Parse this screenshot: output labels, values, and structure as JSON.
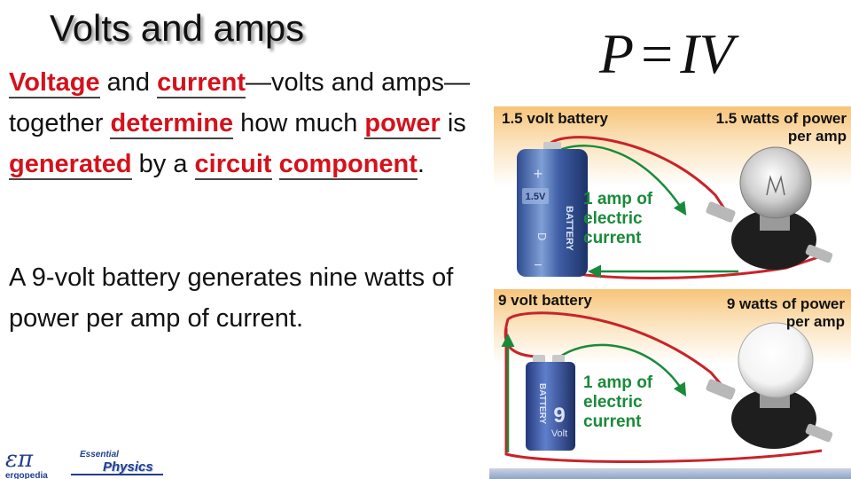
{
  "slide": {
    "title": "Volts and amps",
    "formula": {
      "left": "P",
      "equals": "=",
      "right": "IV"
    },
    "paragraph1": {
      "w1": "Voltage",
      "t1": " and ",
      "w2": "current",
      "t2": "—volts and amps—together ",
      "w3": "determine",
      "t3": " how much ",
      "w4": "power",
      "t4": " is ",
      "w5": "generated",
      "t5": " by a ",
      "w6": "circuit",
      "t6": " ",
      "w7": "component",
      "t7": "."
    },
    "paragraph2": "A 9-volt battery generates nine watts of power per amp of current."
  },
  "diagram_top": {
    "battery_label": "1.5 volt battery",
    "power_label_line1": "1.5 watts of power",
    "power_label_line2": "per amp",
    "current_line1": "1 amp of",
    "current_line2": "electric",
    "current_line3": "current",
    "battery_voltage_mark": "1.5V",
    "battery_side_text": "BATTERY",
    "battery_size": "D"
  },
  "diagram_bottom": {
    "battery_label": "9 volt battery",
    "power_label_line1": "9 watts of power",
    "power_label_line2": "per amp",
    "current_line1": "1 amp of",
    "current_line2": "electric",
    "current_line3": "current",
    "battery_side_text": "BATTERY",
    "battery_big": "9",
    "battery_unit": "Volt"
  },
  "logo": {
    "symbol": "επ",
    "name": "ergopedia",
    "series_small": "Essential",
    "series_big": "Physics"
  },
  "colors": {
    "keyword": "#d4121c",
    "arrow_green": "#1a8a3a",
    "wire_red": "#c8232a",
    "band_orange": "#f7c47a",
    "logo_blue": "#223d8f"
  }
}
